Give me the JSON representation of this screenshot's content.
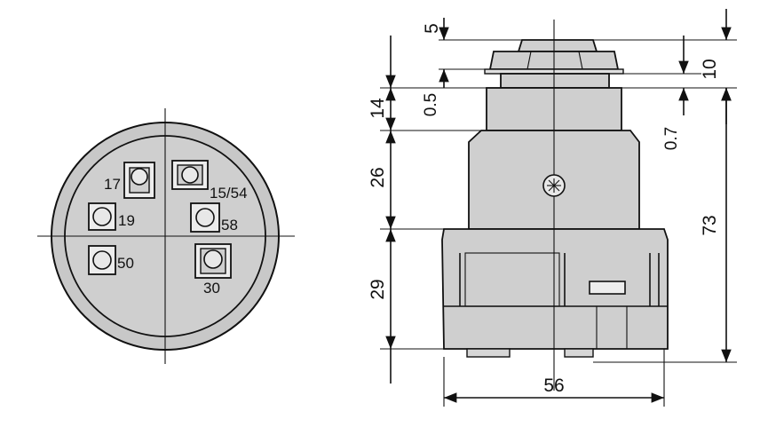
{
  "colors": {
    "body": "#cfcfcf",
    "ring": "#c8c8c8",
    "ink": "#111111"
  },
  "front_view": {
    "pins": [
      {
        "id": "17",
        "label": "17"
      },
      {
        "id": "15-54",
        "label": "15/54"
      },
      {
        "id": "19",
        "label": "19"
      },
      {
        "id": "58",
        "label": "58"
      },
      {
        "id": "50",
        "label": "50"
      },
      {
        "id": "30",
        "label": "30"
      }
    ]
  },
  "side_view": {
    "dimensions": {
      "d5": "5",
      "d10": "10",
      "d05": "0.5",
      "d14": "14",
      "d07": "0.7",
      "d26": "26",
      "d73": "73",
      "d29": "29",
      "d56": "56"
    }
  }
}
